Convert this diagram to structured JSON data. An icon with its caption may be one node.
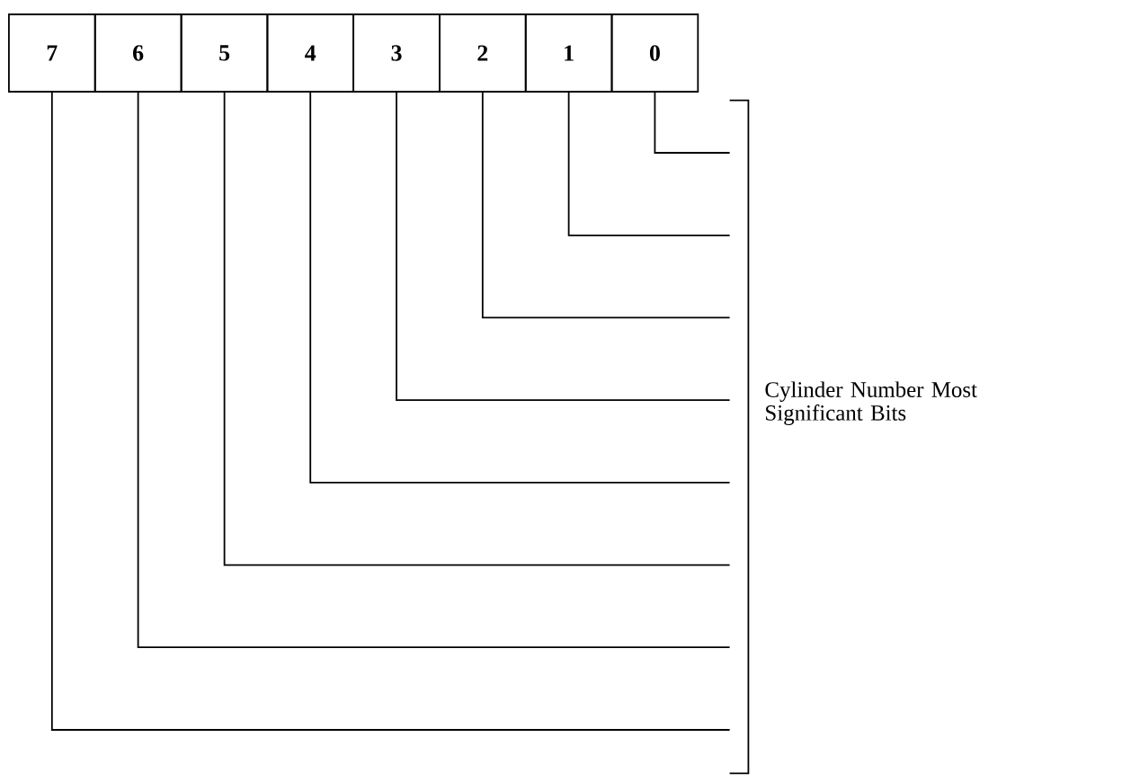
{
  "diagram": {
    "nodes": [
      {
        "text": [
          "7"
        ]
      },
      {
        "text": [
          "6"
        ]
      },
      {
        "text": [
          "5"
        ]
      },
      {
        "text": [
          "4"
        ]
      },
      {
        "text": [
          "3"
        ]
      },
      {
        "text": [
          "2"
        ]
      },
      {
        "text": [
          "1"
        ]
      },
      {
        "text": [
          "0"
        ]
      },
      {
        "text": [],
        "shape": "bar",
        "beside": [
          "Cylinder Number Most Significant Bits"
        ]
      }
    ],
    "edges": [
      {
        "from": 0,
        "to": 8,
        "arrow": "none"
      },
      {
        "from": 1,
        "to": 8,
        "arrow": "none"
      },
      {
        "from": 2,
        "to": 8,
        "arrow": "none"
      },
      {
        "from": 3,
        "to": 8,
        "arrow": "none"
      },
      {
        "from": 4,
        "to": 8,
        "arrow": "none"
      },
      {
        "from": 5,
        "to": 8,
        "arrow": "none"
      },
      {
        "from": 6,
        "to": 8,
        "arrow": "none"
      },
      {
        "from": 7,
        "to": 8,
        "arrow": "none"
      }
    ]
  }
}
